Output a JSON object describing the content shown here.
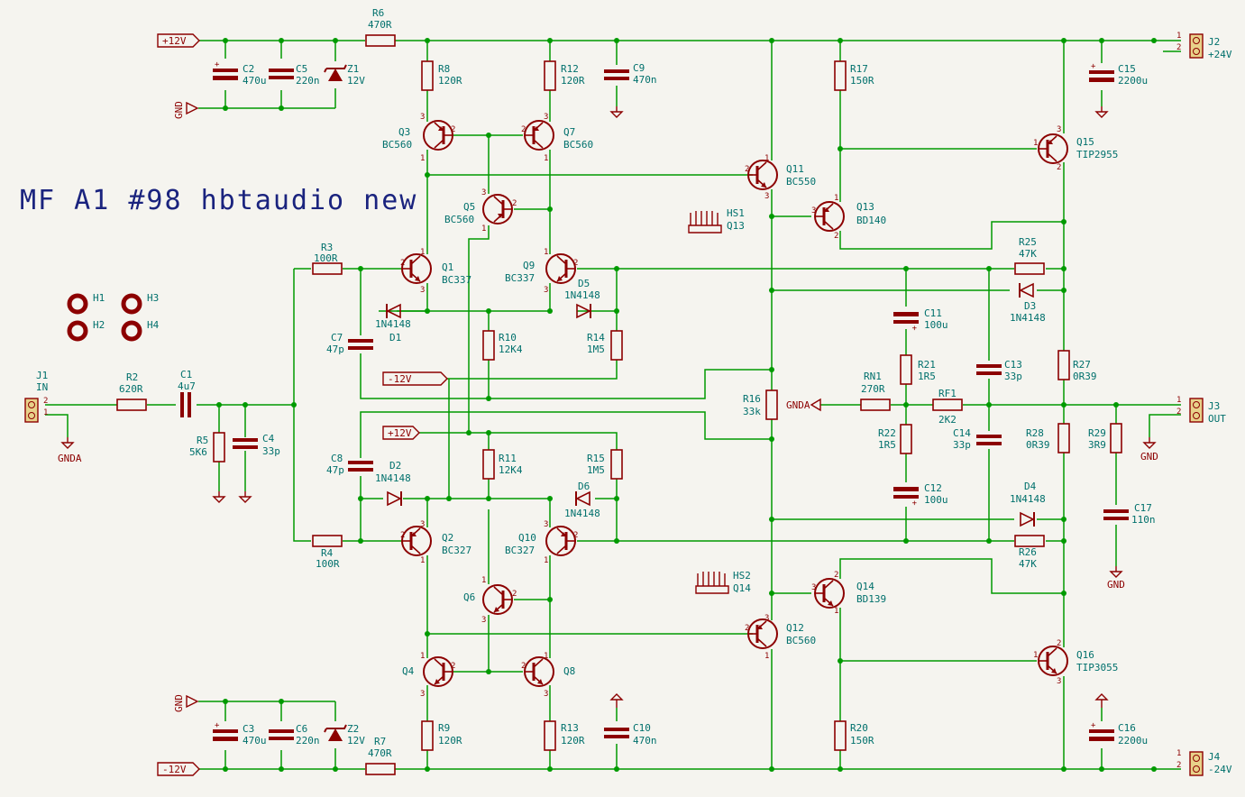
{
  "title": "MF A1 #98 hbtaudio new",
  "colors": {
    "wire": "#009a00",
    "component": "#8c0000",
    "text": "#00706c",
    "title": "#1a237e",
    "background": "#f5f4ef"
  },
  "power_labels": {
    "p12_top": "+12V",
    "m12_bottom": "-12V",
    "m12_mid": "-12V",
    "p12_mid": "+12V",
    "gnd": "GND",
    "gnda": "GNDA"
  },
  "resistors": {
    "R2": {
      "ref": "R2",
      "val": "620R"
    },
    "R3": {
      "ref": "R3",
      "val": "100R"
    },
    "R4": {
      "ref": "R4",
      "val": "100R"
    },
    "R5": {
      "ref": "R5",
      "val": "5K6"
    },
    "R6": {
      "ref": "R6",
      "val": "470R"
    },
    "R7": {
      "ref": "R7",
      "val": "470R"
    },
    "R8": {
      "ref": "R8",
      "val": "120R"
    },
    "R9": {
      "ref": "R9",
      "val": "120R"
    },
    "R10": {
      "ref": "R10",
      "val": "12K4"
    },
    "R11": {
      "ref": "R11",
      "val": "12K4"
    },
    "R12": {
      "ref": "R12",
      "val": "120R"
    },
    "R13": {
      "ref": "R13",
      "val": "120R"
    },
    "R14": {
      "ref": "R14",
      "val": "1M5"
    },
    "R15": {
      "ref": "R15",
      "val": "1M5"
    },
    "R16": {
      "ref": "R16",
      "val": "33k"
    },
    "R17": {
      "ref": "R17",
      "val": "150R"
    },
    "R20": {
      "ref": "R20",
      "val": "150R"
    },
    "R21": {
      "ref": "R21",
      "val": "1R5"
    },
    "R22": {
      "ref": "R22",
      "val": "1R5"
    },
    "R25": {
      "ref": "R25",
      "val": "47K"
    },
    "R26": {
      "ref": "R26",
      "val": "47K"
    },
    "R27": {
      "ref": "R27",
      "val": "0R39"
    },
    "R28": {
      "ref": "R28",
      "val": "0R39"
    },
    "R29": {
      "ref": "R29",
      "val": "3R9"
    },
    "RN1": {
      "ref": "RN1",
      "val": "270R"
    },
    "RF1": {
      "ref": "RF1",
      "val": "2K2"
    }
  },
  "capacitors": {
    "C1": {
      "ref": "C1",
      "val": "4u7"
    },
    "C2": {
      "ref": "C2",
      "val": "470u"
    },
    "C3": {
      "ref": "C3",
      "val": "470u"
    },
    "C4": {
      "ref": "C4",
      "val": "33p"
    },
    "C5": {
      "ref": "C5",
      "val": "220n"
    },
    "C6": {
      "ref": "C6",
      "val": "220n"
    },
    "C7": {
      "ref": "C7",
      "val": "47p"
    },
    "C8": {
      "ref": "C8",
      "val": "47p"
    },
    "C9": {
      "ref": "C9",
      "val": "470n"
    },
    "C10": {
      "ref": "C10",
      "val": "470n"
    },
    "C11": {
      "ref": "C11",
      "val": "100u"
    },
    "C12": {
      "ref": "C12",
      "val": "100u"
    },
    "C13": {
      "ref": "C13",
      "val": "33p"
    },
    "C14": {
      "ref": "C14",
      "val": "33p"
    },
    "C15": {
      "ref": "C15",
      "val": "2200u"
    },
    "C16": {
      "ref": "C16",
      "val": "2200u"
    },
    "C17": {
      "ref": "C17",
      "val": "110n"
    }
  },
  "transistors": {
    "Q1": {
      "ref": "Q1",
      "val": "BC337"
    },
    "Q2": {
      "ref": "Q2",
      "val": "BC327"
    },
    "Q3": {
      "ref": "Q3",
      "val": "BC560"
    },
    "Q4": {
      "ref": "Q4",
      "val": ""
    },
    "Q5": {
      "ref": "Q5",
      "val": "BC560"
    },
    "Q6": {
      "ref": "Q6",
      "val": ""
    },
    "Q7": {
      "ref": "Q7",
      "val": "BC560"
    },
    "Q8": {
      "ref": "Q8",
      "val": ""
    },
    "Q9": {
      "ref": "Q9",
      "val": "BC337"
    },
    "Q10": {
      "ref": "Q10",
      "val": "BC327"
    },
    "Q11": {
      "ref": "Q11",
      "val": "BC550"
    },
    "Q12": {
      "ref": "Q12",
      "val": "BC560"
    },
    "Q13": {
      "ref": "Q13",
      "val": "BD140"
    },
    "Q14": {
      "ref": "Q14",
      "val": "BD139"
    },
    "Q15": {
      "ref": "Q15",
      "val": "TIP2955"
    },
    "Q16": {
      "ref": "Q16",
      "val": "TIP3055"
    }
  },
  "diodes": {
    "D1": {
      "ref": "D1",
      "val": "1N4148"
    },
    "D2": {
      "ref": "D2",
      "val": "1N4148"
    },
    "D3": {
      "ref": "D3",
      "val": "1N4148"
    },
    "D4": {
      "ref": "D4",
      "val": "1N4148"
    },
    "D5": {
      "ref": "D5",
      "val": "1N4148"
    },
    "D6": {
      "ref": "D6",
      "val": "1N4148"
    },
    "Z1": {
      "ref": "Z1",
      "val": "12V"
    },
    "Z2": {
      "ref": "Z2",
      "val": "12V"
    }
  },
  "connectors": {
    "J1": {
      "ref": "J1",
      "val": "IN"
    },
    "J2": {
      "ref": "J2",
      "val": "+24V"
    },
    "J3": {
      "ref": "J3",
      "val": "OUT"
    },
    "J4": {
      "ref": "J4",
      "val": "-24V"
    }
  },
  "heatsinks": {
    "HS1": {
      "ref": "HS1",
      "val": "Q13"
    },
    "HS2": {
      "ref": "HS2",
      "val": "Q14"
    }
  },
  "holes": {
    "H1": "H1",
    "H2": "H2",
    "H3": "H3",
    "H4": "H4"
  }
}
